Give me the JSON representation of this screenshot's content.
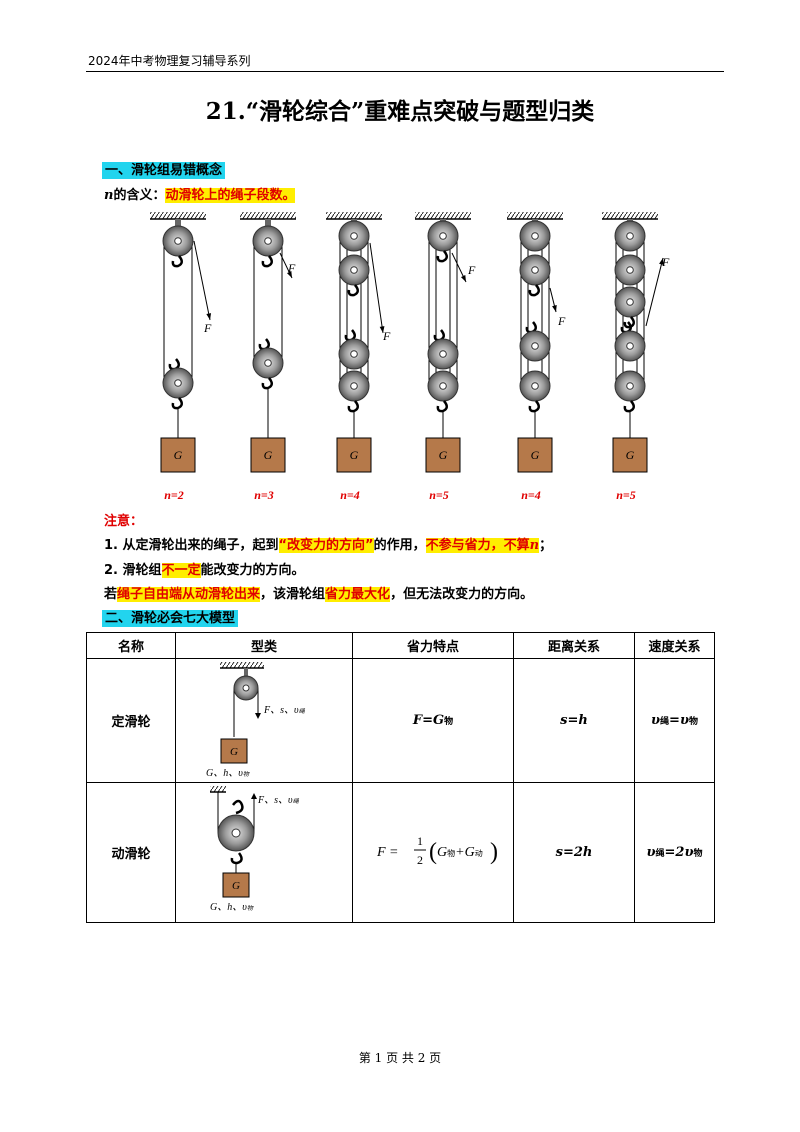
{
  "header": {
    "series": "2024年中考物理复习辅导系列"
  },
  "title": "21.“滑轮综合”重难点突破与题型归类",
  "section1": {
    "heading": "一、滑轮组易错概念",
    "n_meaning_prefix": "n",
    "n_meaning_label": "的含义：",
    "n_meaning_value": "动滑轮上的绳子段数。",
    "figure": {
      "force_label": "F",
      "weight_label": "G",
      "n_labels": [
        "n=2",
        "n=3",
        "n=4",
        "n=5",
        "n=4",
        "n=5"
      ]
    }
  },
  "notes": {
    "heading": "注意：",
    "note1_a": "1. 从定滑轮出来的绳子，起到",
    "note1_b": "“改变力的方向”",
    "note1_c": "的作用，",
    "note1_d": "不参与省力，不算",
    "note1_e": "n",
    "note1_f": "；",
    "note2_a": "2. 滑轮组",
    "note2_b": "不一定",
    "note2_c": "能改变力的方向。",
    "note3_a": "若",
    "note3_b": "绳子自由端从动滑轮出来",
    "note3_c": "，该滑轮组",
    "note3_d": "省力最大化",
    "note3_e": "，但无法改变力的方向。"
  },
  "section2": {
    "heading": "二、滑轮必会七大模型",
    "columns": [
      "名称",
      "型类",
      "省力特点",
      "距离关系",
      "速度关系"
    ],
    "rows": [
      {
        "name": "定滑轮",
        "img_force": "F、s、υ",
        "img_force_sub": "绳",
        "img_weight": "G、h、υ",
        "img_weight_sub": "物",
        "force_main": "F=G",
        "force_sub": "物",
        "distance": "s=h",
        "speed_a": "υ",
        "speed_a_sub": "绳",
        "speed_b": "=υ",
        "speed_b_sub": "物"
      },
      {
        "name": "动滑轮",
        "img_force": "F、s、υ",
        "img_force_sub": "绳",
        "img_weight": "G、h、υ",
        "img_weight_sub": "物",
        "formula_lhs": "F =",
        "formula_num": "1",
        "formula_den": "2",
        "formula_g1": "G",
        "formula_g1_sub": "物",
        "formula_plus": "+G",
        "formula_g2_sub": "动",
        "distance": "s=2h",
        "speed_a": "υ",
        "speed_a_sub": "绳",
        "speed_b": "=2υ",
        "speed_b_sub": "物"
      }
    ]
  },
  "footer": "第 1 页 共 2 页",
  "colors": {
    "cyan_highlight": "#22d4ee",
    "yellow_highlight": "#ffee00",
    "red_text": "#e00000",
    "box_brown": "#b5794a"
  }
}
